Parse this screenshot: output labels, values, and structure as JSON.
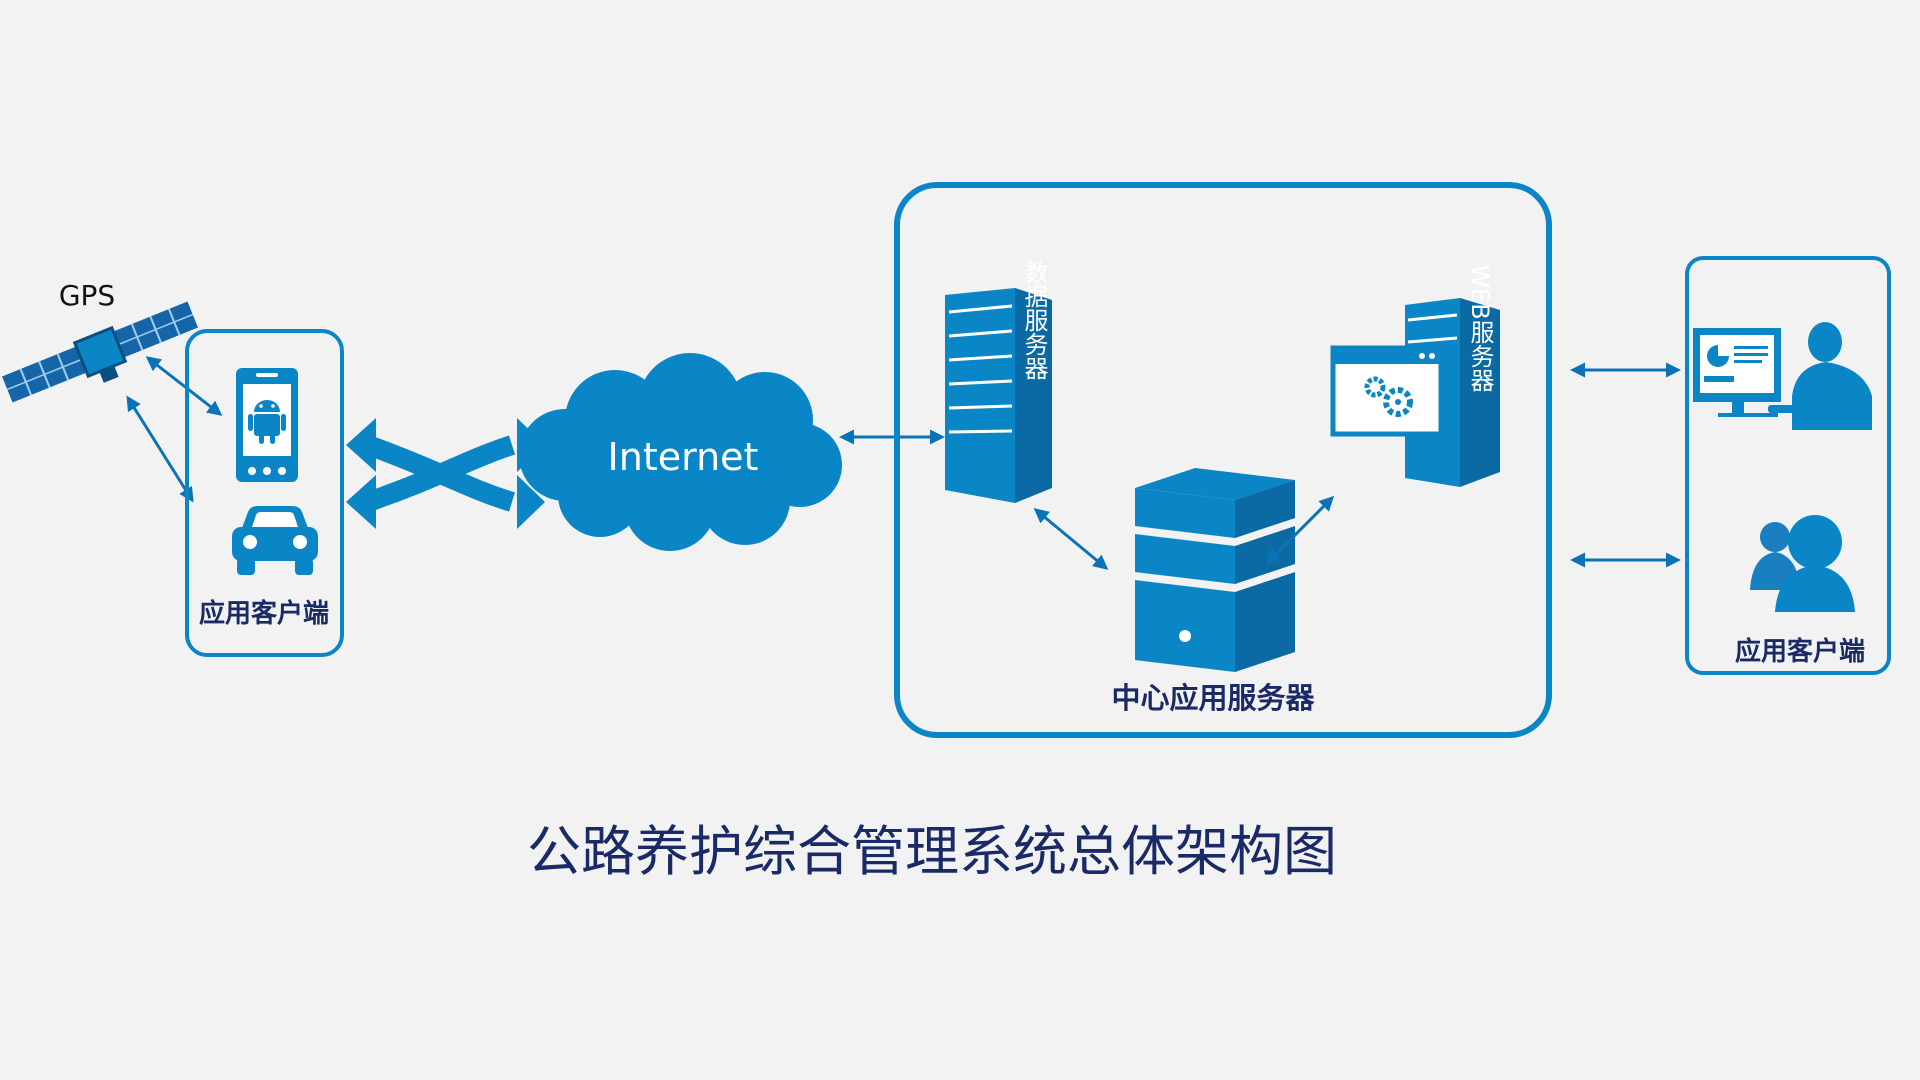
{
  "colors": {
    "primary": "#0a86c6",
    "dark": "#0b6aa3",
    "text_dark": "#1a2a66",
    "background": "#f2f2f2"
  },
  "labels": {
    "gps": "GPS",
    "internet": "Internet",
    "left_client": "应用客户端",
    "right_client": "应用客户端",
    "data_server": "数据服务器",
    "web_server": "WEB服务器",
    "center_server": "中心应用服务器",
    "title": "公路养护综合管理系统总体架构图"
  },
  "icons": {
    "gps": "satellite-icon",
    "mobile": "android-phone-icon",
    "vehicle": "car-icon",
    "cloud": "cloud-icon",
    "data_server": "server-tower-icon",
    "web_server": "web-server-icon",
    "center_server": "database-server-icon",
    "desktop_user": "desktop-user-icon",
    "user_group": "user-group-icon"
  }
}
